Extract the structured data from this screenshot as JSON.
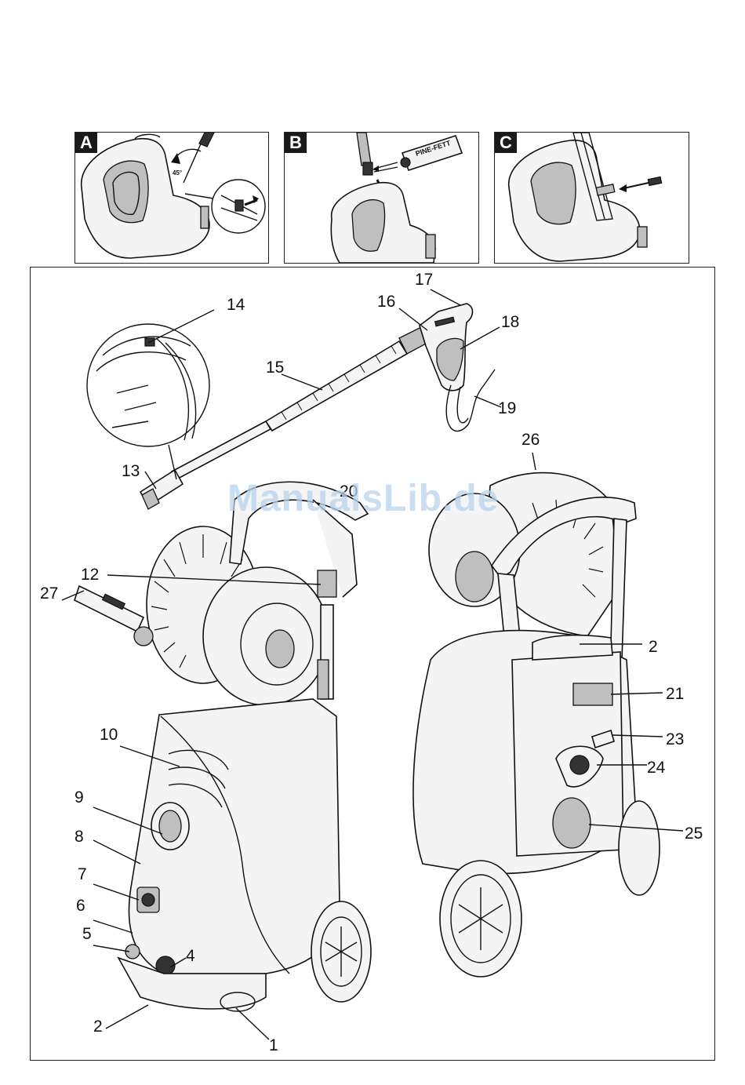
{
  "panels": [
    {
      "letter": "A",
      "angle_label": "45°"
    },
    {
      "letter": "B",
      "tube_label": "PINE-FETT"
    },
    {
      "letter": "C"
    }
  ],
  "callouts": {
    "c1": "1",
    "c2a": "2",
    "c2b": "2",
    "c4": "4",
    "c5": "5",
    "c6": "6",
    "c7": "7",
    "c8": "8",
    "c9": "9",
    "c10": "10",
    "c12": "12",
    "c13": "13",
    "c14": "14",
    "c15": "15",
    "c16": "16",
    "c17": "17",
    "c18": "18",
    "c19": "19",
    "c20": "20",
    "c21": "21",
    "c23": "23",
    "c24": "24",
    "c25": "25",
    "c26": "26",
    "c27": "27"
  },
  "watermark": "ManualsLib.de",
  "colors": {
    "line": "#111111",
    "watermark": "#b8d3ee",
    "panel_letter_bg": "#1a1a1a"
  }
}
